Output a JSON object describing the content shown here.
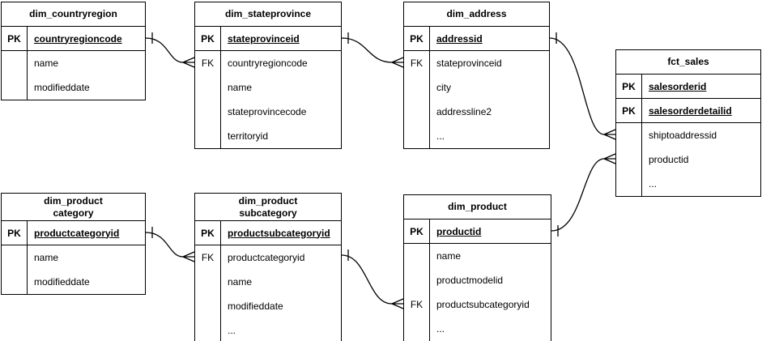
{
  "diagram": {
    "background_color": "#ffffff",
    "line_color": "#000000",
    "tables": [
      {
        "id": "dim_countryregion",
        "title_lines": [
          "dim_countryregion"
        ],
        "key_rows": [
          {
            "key": "PK",
            "field": "countryregioncode"
          }
        ],
        "attr_rows": [
          {
            "key": "",
            "field": "name"
          },
          {
            "key": "",
            "field": "modifieddate"
          }
        ]
      },
      {
        "id": "dim_stateprovince",
        "title_lines": [
          "dim_stateprovince"
        ],
        "key_rows": [
          {
            "key": "PK",
            "field": "stateprovinceid"
          }
        ],
        "attr_rows": [
          {
            "key": "FK",
            "field": "countryregioncode"
          },
          {
            "key": "",
            "field": "name"
          },
          {
            "key": "",
            "field": "stateprovincecode"
          },
          {
            "key": "",
            "field": "territoryid"
          }
        ]
      },
      {
        "id": "dim_address",
        "title_lines": [
          "dim_address"
        ],
        "key_rows": [
          {
            "key": "PK",
            "field": "addressid"
          }
        ],
        "attr_rows": [
          {
            "key": "FK",
            "field": "stateprovinceid"
          },
          {
            "key": "",
            "field": "city"
          },
          {
            "key": "",
            "field": "addressline2"
          },
          {
            "key": "",
            "field": "..."
          }
        ]
      },
      {
        "id": "fct_sales",
        "title_lines": [
          "fct_sales"
        ],
        "key_rows": [
          {
            "key": "PK",
            "field": "salesorderid"
          },
          {
            "key": "PK",
            "field": "salesorderdetailid"
          }
        ],
        "attr_rows": [
          {
            "key": "",
            "field": "shiptoaddressid"
          },
          {
            "key": "",
            "field": "productid"
          },
          {
            "key": "",
            "field": "..."
          }
        ]
      },
      {
        "id": "dim_productcategory",
        "title_lines": [
          "dim_product",
          "category"
        ],
        "key_rows": [
          {
            "key": "PK",
            "field": "productcategoryid"
          }
        ],
        "attr_rows": [
          {
            "key": "",
            "field": "name"
          },
          {
            "key": "",
            "field": "modifieddate"
          }
        ]
      },
      {
        "id": "dim_productsubcategory",
        "title_lines": [
          "dim_product",
          "subcategory"
        ],
        "key_rows": [
          {
            "key": "PK",
            "field": "productsubcategoryid"
          }
        ],
        "attr_rows": [
          {
            "key": "FK",
            "field": "productcategoryid"
          },
          {
            "key": "",
            "field": "name"
          },
          {
            "key": "",
            "field": "modifieddate"
          },
          {
            "key": "",
            "field": "..."
          }
        ]
      },
      {
        "id": "dim_product",
        "title_lines": [
          "dim_product"
        ],
        "key_rows": [
          {
            "key": "PK",
            "field": "productid"
          }
        ],
        "attr_rows": [
          {
            "key": "",
            "field": "name"
          },
          {
            "key": "",
            "field": "productmodelid"
          },
          {
            "key": "FK",
            "field": "productsubcategoryid"
          },
          {
            "key": "",
            "field": "..."
          }
        ]
      }
    ],
    "relations": [
      {
        "source": "dim_countryregion.countryregioncode",
        "target": "dim_stateprovince.countryregioncode",
        "source_end": "one",
        "target_end": "many"
      },
      {
        "source": "dim_stateprovince.stateprovinceid",
        "target": "dim_address.stateprovinceid",
        "source_end": "one",
        "target_end": "many"
      },
      {
        "source": "dim_address.addressid",
        "target": "fct_sales.shiptoaddressid",
        "source_end": "one",
        "target_end": "many"
      },
      {
        "source": "dim_product.productid",
        "target": "fct_sales.productid",
        "source_end": "one",
        "target_end": "many"
      },
      {
        "source": "dim_productcategory.productcategoryid",
        "target": "dim_productsubcategory.productcategoryid",
        "source_end": "one",
        "target_end": "many"
      },
      {
        "source": "dim_productsubcategory.productsubcategoryid",
        "target": "dim_product.productsubcategoryid",
        "source_end": "one",
        "target_end": "many"
      }
    ]
  }
}
